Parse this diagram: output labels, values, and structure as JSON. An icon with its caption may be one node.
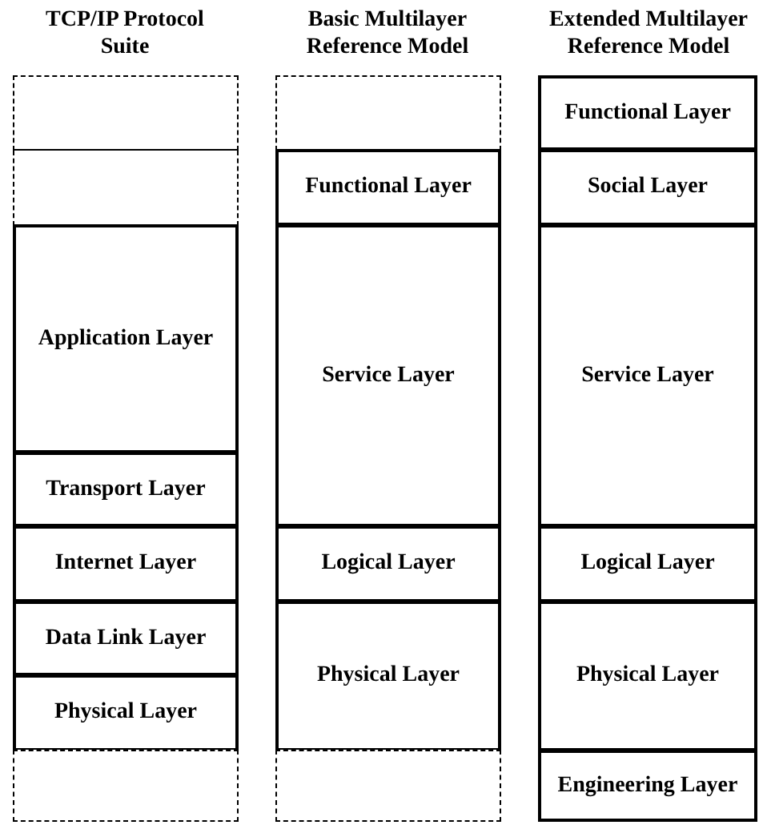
{
  "diagram": {
    "nodes": [
      {
        "text": [],
        "shape": "box"
      },
      {
        "text": [],
        "shape": "box"
      },
      {
        "text": [
          "Application Layer"
        ]
      },
      {
        "text": [
          "Transport Layer"
        ]
      },
      {
        "text": [
          "Internet Layer"
        ]
      },
      {
        "text": [
          "Data Link Layer"
        ]
      },
      {
        "text": [
          "Physical Layer"
        ]
      },
      {
        "text": [],
        "shape": "box"
      },
      {
        "text": [],
        "shape": "box"
      },
      {
        "text": [
          "Functional Layer"
        ]
      },
      {
        "text": [
          "Service Layer"
        ]
      },
      {
        "text": [
          "Logical Layer"
        ]
      },
      {
        "text": [
          "Physical Layer"
        ]
      },
      {
        "text": [],
        "shape": "box"
      },
      {
        "text": [
          "Functional Layer"
        ]
      },
      {
        "text": [
          "Social Layer"
        ]
      },
      {
        "text": [
          "Service Layer"
        ]
      },
      {
        "text": [
          "Logical Layer"
        ]
      },
      {
        "text": [
          "Physical Layer"
        ]
      },
      {
        "text": [
          "Engineering Layer"
        ]
      }
    ],
    "edges": [],
    "labels": [
      "TCP/IP Protocol Suite",
      "Basic Multilayer Reference Model",
      "Extended Multilayer Reference Model"
    ]
  }
}
